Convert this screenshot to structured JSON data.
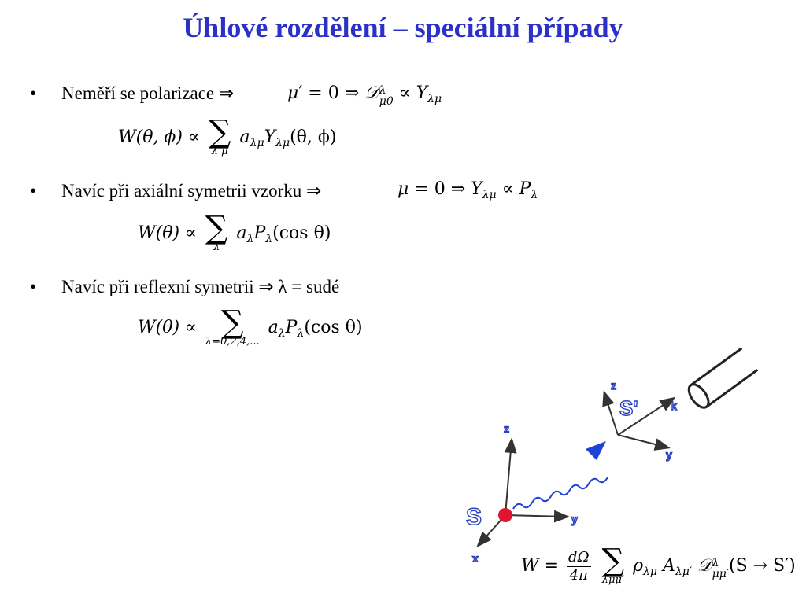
{
  "title": "Úhlové rozdělení – speciální případy",
  "bullet_symbol": "•",
  "items": [
    {
      "text": "Neměří se polarizace ⇒",
      "cond": {
        "mu": "μ",
        "prime": "′ = 0 ⇒ ",
        "D": "𝒟",
        "sup": "λ",
        "sub": "μ0",
        "prop": " ∝ ",
        "Y": "Y",
        "Ysub": "λμ"
      },
      "formula": {
        "lhs": "W(θ, ϕ) ∝",
        "sum_limits": "λ μ",
        "a": "a",
        "a_sub": "λμ",
        "Y": "Y",
        "Y_sub": "λμ",
        "args": "(θ, ϕ)"
      }
    },
    {
      "text": "Navíc při axiální symetrii vzorku ⇒",
      "cond": {
        "mu": "μ",
        "eq": " = 0 ⇒ ",
        "Y": "Y",
        "Ysub": "λμ",
        "prop": " ∝ ",
        "P": "P",
        "Psub": "λ"
      },
      "formula": {
        "lhs": "W(θ) ∝",
        "sum_limits": "λ",
        "a": "a",
        "a_sub": "λ",
        "P": "P",
        "P_sub": "λ",
        "args": "(cos θ)"
      }
    },
    {
      "text": "Navíc při reflexní symetrii ⇒ λ = sudé",
      "formula": {
        "lhs": "W(θ) ∝",
        "sum_limits": "λ=0,2,4,...",
        "a": "a",
        "a_sub": "λ",
        "P": "P",
        "P_sub": "λ",
        "args": "(cos θ)"
      }
    }
  ],
  "diagram": {
    "source_label": "S",
    "detector_label": "S'",
    "source_axes": [
      "z",
      "y",
      "x"
    ],
    "detector_axes": [
      "z",
      "k",
      "y"
    ],
    "colors": {
      "title": "#2b31c8",
      "arrow": "#1d44d6",
      "source": "#e01530",
      "label": "#2a3fbf"
    },
    "formula": {
      "lhs": "W =",
      "num": "dΩ",
      "den": "4π",
      "sum_limits": "λμμ′",
      "rho": "ρ",
      "rho_sub": "λμ",
      "A": "A",
      "A_sub": "λμ′",
      "D": "𝒟",
      "D_sup": "λ",
      "D_sub": "μμ′",
      "args": "(S → S′)"
    }
  }
}
